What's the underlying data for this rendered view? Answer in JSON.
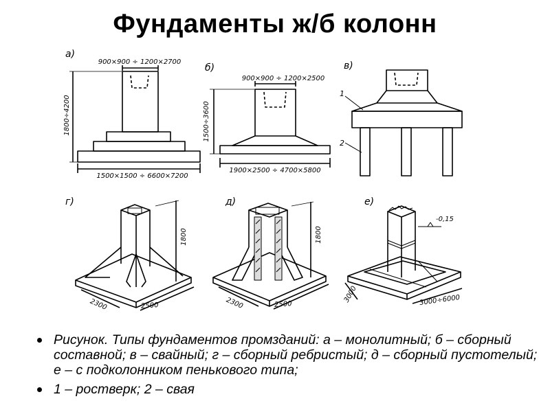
{
  "title": "Фундаменты ж/б колонн",
  "figure": {
    "panels": {
      "a": {
        "letter": "а)",
        "top_dim": "900×900 ÷ 1200×2700",
        "height_dim": "1800÷4200",
        "base_dim": "1500×1500 ÷ 6600×7200"
      },
      "b": {
        "letter": "б)",
        "top_dim": "900×900 ÷ 1200×2500",
        "height_dim": "1500÷3600",
        "base_dim": "1900×2500 ÷ 4700×5800"
      },
      "v": {
        "letter": "в)",
        "label_1": "1",
        "label_2": "2"
      },
      "g": {
        "letter": "г)",
        "height_dim": "1800",
        "dim_left": "2300",
        "dim_right": "2500"
      },
      "d": {
        "letter": "д)",
        "height_dim": "1800",
        "dim_left": "2300",
        "dim_right": "2500"
      },
      "e": {
        "letter": "е)",
        "dim_level": "-0,15",
        "dim_left": "3000",
        "dim_right": "3000÷6000"
      }
    }
  },
  "caption": {
    "items": [
      "Рисунок. Типы фундаментов промзданий: а – монолитный; б – сборный составной; в – свайный; г – сборный ребристый; д – сборный пустотелый; е – с подколонником пенькового типа;",
      "1 – ростверк; 2 – свая"
    ]
  }
}
